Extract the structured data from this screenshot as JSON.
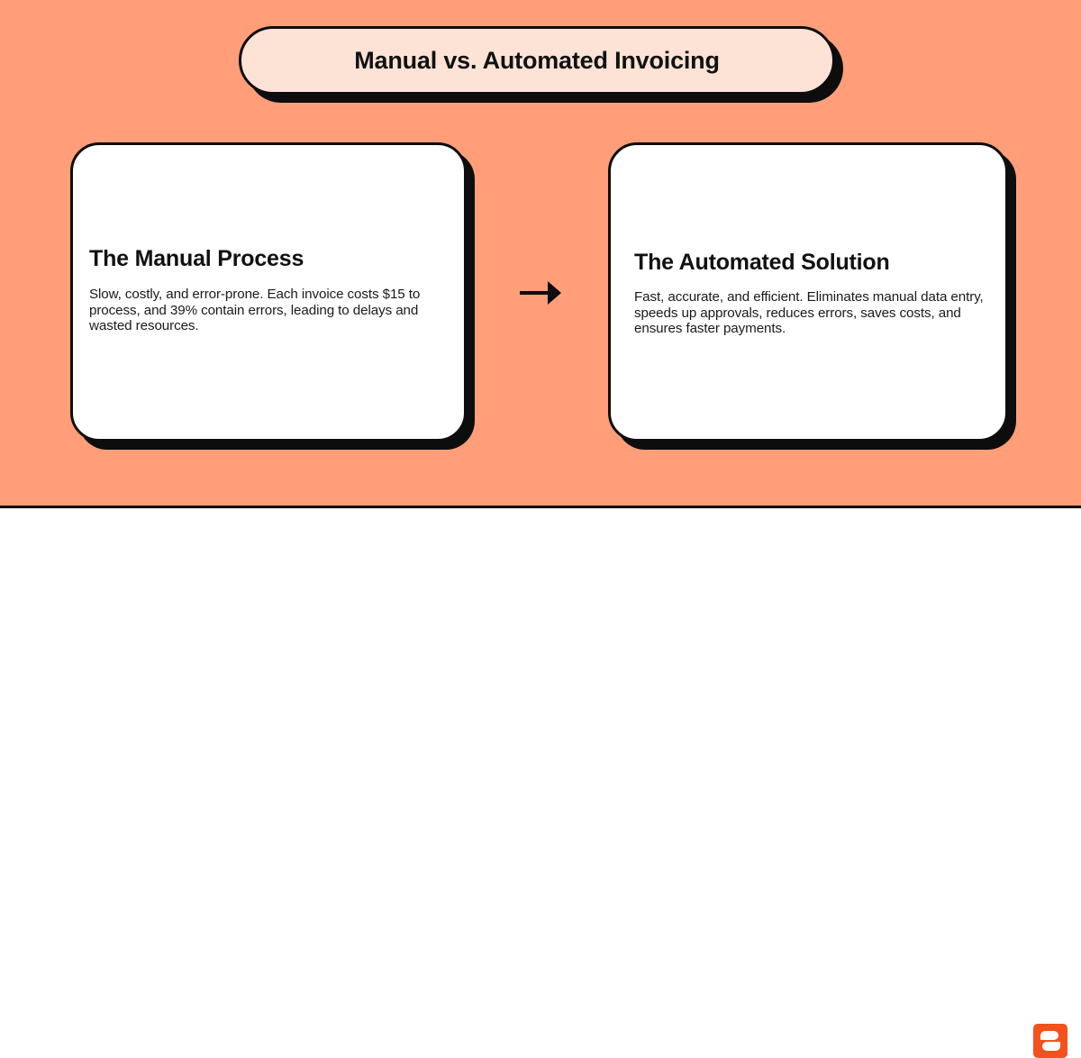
{
  "page": {
    "background_color": "#ff9e78",
    "footer_background_color": "#ffffff",
    "ink_color": "#0d0d0d"
  },
  "header": {
    "title": "Manual vs. Automated Invoicing",
    "pill_fill_color": "#fde3d6"
  },
  "comparison": {
    "flow_icon": "right-arrow-icon",
    "cards": [
      {
        "id": "manual",
        "heading": "The Manual Process",
        "body": "Slow, costly, and error-prone. Each invoice costs $15 to process, and 39% contain errors, leading to delays and wasted resources."
      },
      {
        "id": "automated",
        "heading": "The Automated Solution",
        "body": "Fast, accurate, and efficient. Eliminates manual data entry, speeds up approvals, reduces errors, saves costs, and ensures faster payments."
      }
    ]
  },
  "footer": {
    "logo": {
      "icon": "brand-logo-icon",
      "color": "#f4511e",
      "mark_color": "#ffffff"
    }
  }
}
